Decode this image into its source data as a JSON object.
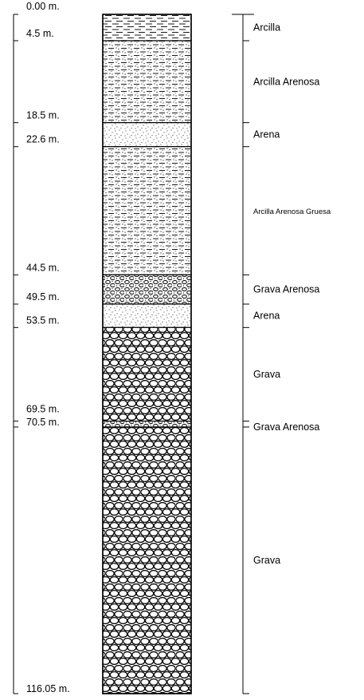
{
  "diagram": {
    "type": "stratigraphic-column",
    "colors": {
      "ink": "#000000",
      "paper": "#ffffff"
    },
    "depth_markers": [
      {
        "label": "0.00 m.",
        "depth": 0.0
      },
      {
        "label": "4.5 m.",
        "depth": 4.5
      },
      {
        "label": "18.5 m.",
        "depth": 18.5
      },
      {
        "label": "22.6 m.",
        "depth": 22.6
      },
      {
        "label": "44.5 m.",
        "depth": 44.5
      },
      {
        "label": "49.5 m.",
        "depth": 49.5
      },
      {
        "label": "53.5 m.",
        "depth": 53.5
      },
      {
        "label": "69.5 m.",
        "depth": 69.5
      },
      {
        "label": "70.5 m.",
        "depth": 70.5
      },
      {
        "label": "116.05 m.",
        "depth": 116.05
      }
    ],
    "layers": [
      {
        "name": "Arcilla",
        "top": 0.0,
        "bottom": 4.5,
        "pattern": "clay"
      },
      {
        "name": "Arcilla Arenosa",
        "top": 4.5,
        "bottom": 18.5,
        "pattern": "sandy-clay"
      },
      {
        "name": "Arena",
        "top": 18.5,
        "bottom": 22.6,
        "pattern": "sand"
      },
      {
        "name": "Arcilla Arenosa Gruesa",
        "top": 22.6,
        "bottom": 44.5,
        "pattern": "sandy-clay"
      },
      {
        "name": "Grava Arenosa",
        "top": 44.5,
        "bottom": 49.5,
        "pattern": "sandy-gravel"
      },
      {
        "name": "Arena",
        "top": 49.5,
        "bottom": 53.5,
        "pattern": "sand"
      },
      {
        "name": "Grava",
        "top": 53.5,
        "bottom": 69.5,
        "pattern": "gravel"
      },
      {
        "name": "Grava Arenosa",
        "top": 69.5,
        "bottom": 70.5,
        "pattern": "sandy-gravel"
      },
      {
        "name": "Grava",
        "top": 70.5,
        "bottom": 116.05,
        "pattern": "gravel"
      }
    ]
  }
}
